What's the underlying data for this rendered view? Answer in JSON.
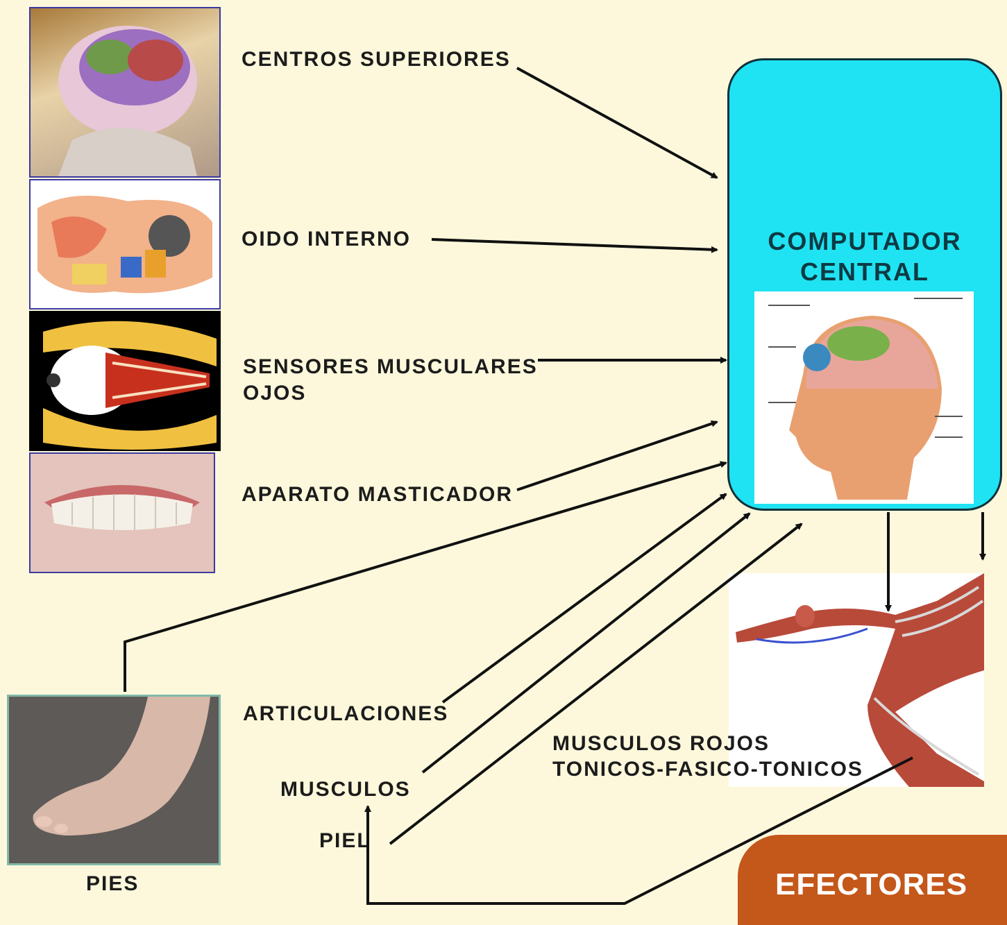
{
  "labels": {
    "centros_superiores": "CENTROS SUPERIORES",
    "oido_interno": "OIDO INTERNO",
    "sensores_line1": "SENSORES MUSCULARES",
    "sensores_line2": "OJOS",
    "aparato_masticador": "APARATO MASTICADOR",
    "articulaciones": "ARTICULACIONES",
    "musculos": "MUSCULOS",
    "piel": "PIEL",
    "pies": "PIES",
    "musculos_rojos_line1": "MUSCULOS ROJOS",
    "musculos_rojos_line2": "TONICOS-FASICO-TONICOS"
  },
  "central": {
    "title_line1": "COMPUTADOR",
    "title_line2": "CENTRAL"
  },
  "efectores": {
    "label": "EFECTORES"
  },
  "colors": {
    "background": "#fdf8dc",
    "central_box": "#1fe3f2",
    "efectores_tab": "#c4571a",
    "arrow": "#111111"
  }
}
